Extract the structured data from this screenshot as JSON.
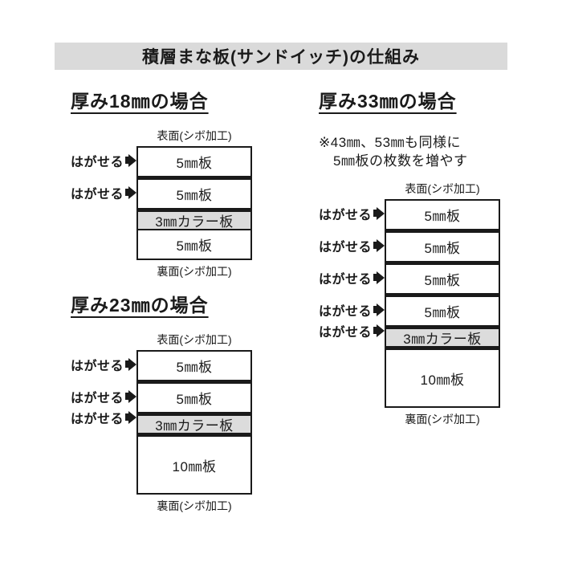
{
  "title": "積層まな板(サンドイッチ)の仕組み",
  "labels": {
    "front": "表面(シボ加工)",
    "back": "裏面(シボ加工)",
    "peel": "はがせる"
  },
  "colors": {
    "title_bar_bg": "#dadada",
    "color_layer_bg": "#dcdcdc",
    "line": "#1a1a1a"
  },
  "diagrams": [
    {
      "heading": "厚み18㎜の場合",
      "note_lines": [],
      "layers": [
        {
          "label": "5㎜板",
          "mm": 5,
          "colored": false
        },
        {
          "label": "5㎜板",
          "mm": 5,
          "colored": false
        },
        {
          "label": "3㎜カラー板",
          "mm": 3,
          "colored": true
        },
        {
          "label": "5㎜板",
          "mm": 5,
          "colored": false
        }
      ],
      "peel_after": [
        0,
        1
      ]
    },
    {
      "heading": "厚み23㎜の場合",
      "note_lines": [],
      "layers": [
        {
          "label": "5㎜板",
          "mm": 5,
          "colored": false
        },
        {
          "label": "5㎜板",
          "mm": 5,
          "colored": false
        },
        {
          "label": "3㎜カラー板",
          "mm": 3,
          "colored": true
        },
        {
          "label": "10㎜板",
          "mm": 10,
          "colored": false
        }
      ],
      "peel_after": [
        0,
        1,
        2
      ]
    },
    {
      "heading": "厚み33㎜の場合",
      "note_lines": [
        "※43㎜、53㎜も同様に",
        "5㎜板の枚数を増やす"
      ],
      "layers": [
        {
          "label": "5㎜板",
          "mm": 5,
          "colored": false
        },
        {
          "label": "5㎜板",
          "mm": 5,
          "colored": false
        },
        {
          "label": "5㎜板",
          "mm": 5,
          "colored": false
        },
        {
          "label": "5㎜板",
          "mm": 5,
          "colored": false
        },
        {
          "label": "3㎜カラー板",
          "mm": 3,
          "colored": true
        },
        {
          "label": "10㎜板",
          "mm": 10,
          "colored": false
        }
      ],
      "peel_after": [
        0,
        1,
        2,
        3,
        4
      ]
    }
  ]
}
